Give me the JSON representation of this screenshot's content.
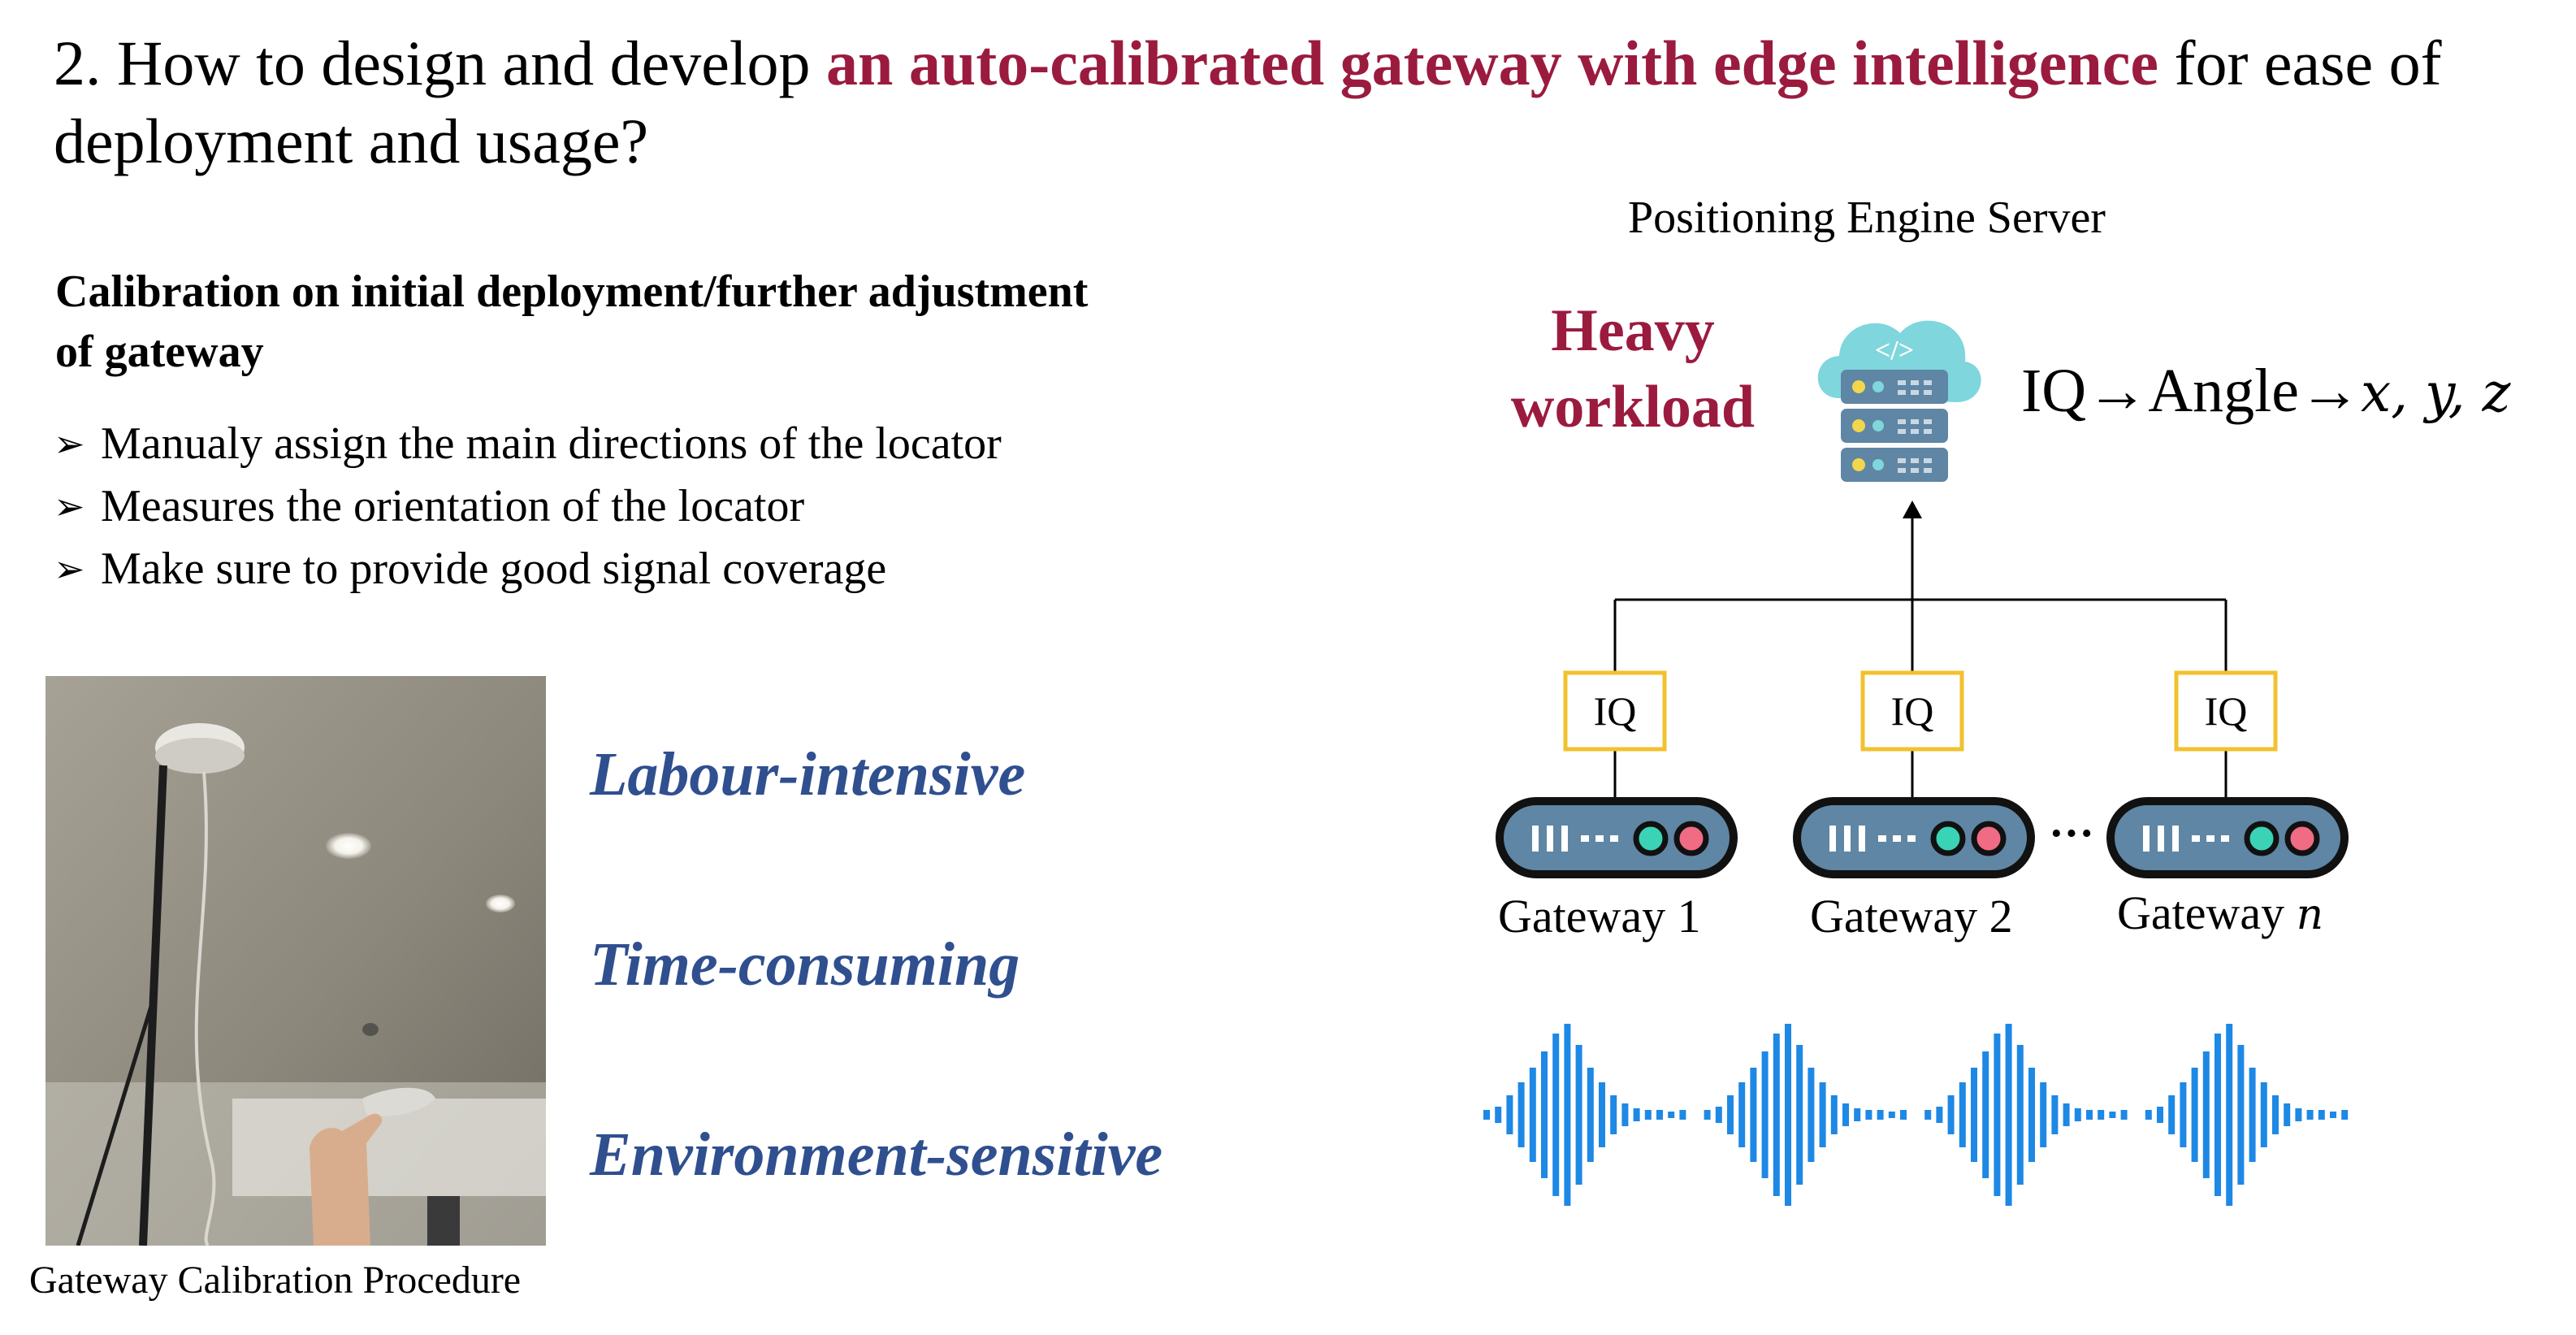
{
  "title": {
    "prefix": "2. How to design and develop ",
    "highlight": "an auto-calibrated gateway with edge intelligence",
    "suffix": " for ease of deployment and usage?"
  },
  "calibration": {
    "heading": "Calibration on initial deployment/further adjustment of gateway",
    "bullets": [
      "Manualy assign the main directions of the locator",
      "Measures the orientation of the locator",
      "Make sure to provide good signal coverage"
    ],
    "bullet_glyph": "➢"
  },
  "photo_caption": "Gateway Calibration Procedure",
  "challenges": [
    "Labour-intensive",
    "Time-consuming",
    "Environment-sensitive"
  ],
  "diagram": {
    "server_label": "Positioning Engine Server",
    "heavy_workload": "Heavy workload",
    "formula": {
      "iq": "IQ",
      "arrow": "→",
      "angle": "Angle",
      "x": "x",
      "y": "y",
      "z": "z",
      "sep": ", "
    },
    "iq_boxes": [
      "IQ",
      "IQ",
      "IQ"
    ],
    "gateways": [
      "Gateway 1",
      "Gateway 2",
      "Gateway "
    ],
    "gateway_n": "n",
    "ellipsis": "···"
  },
  "colors": {
    "highlight": "#9b1b3f",
    "challenge": "#2f4f8f",
    "iq_border": "#f2c12e",
    "wave": "#1e88e5",
    "gateway_body": "#5f86a4",
    "server_cloud": "#7fd6dd"
  },
  "icons": [
    "cloud-server-icon",
    "gateway-icon",
    "signal-wave-icon"
  ]
}
